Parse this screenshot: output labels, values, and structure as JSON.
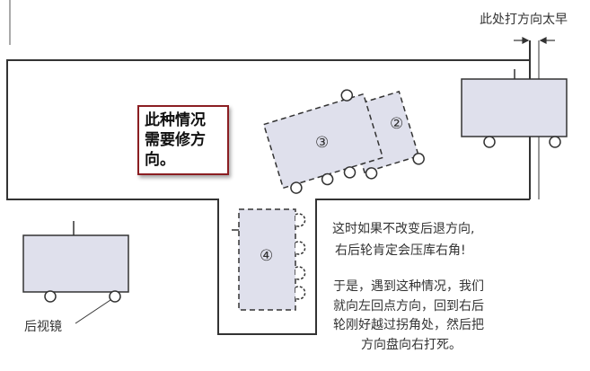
{
  "diagram": {
    "callout_too_early": "此处打方向太早",
    "warning_box": {
      "line1": "此种情况",
      "line2": "需要修方",
      "line3": "向。"
    },
    "car_labels": {
      "car2": "②",
      "car3": "③",
      "car4": "④"
    },
    "note_warning": {
      "line1": "这时如果不改变后退方向,",
      "line2": "右后轮肯定会压库右角!"
    },
    "note_solution": {
      "line1": "于是，遇到这种情况，我们",
      "line2": "就向左回点方向，回到右后",
      "line3": "轮刚好越过拐角处，然后把",
      "line4": "方向盘向右打死。"
    },
    "mirror_label": "后视镜"
  }
}
